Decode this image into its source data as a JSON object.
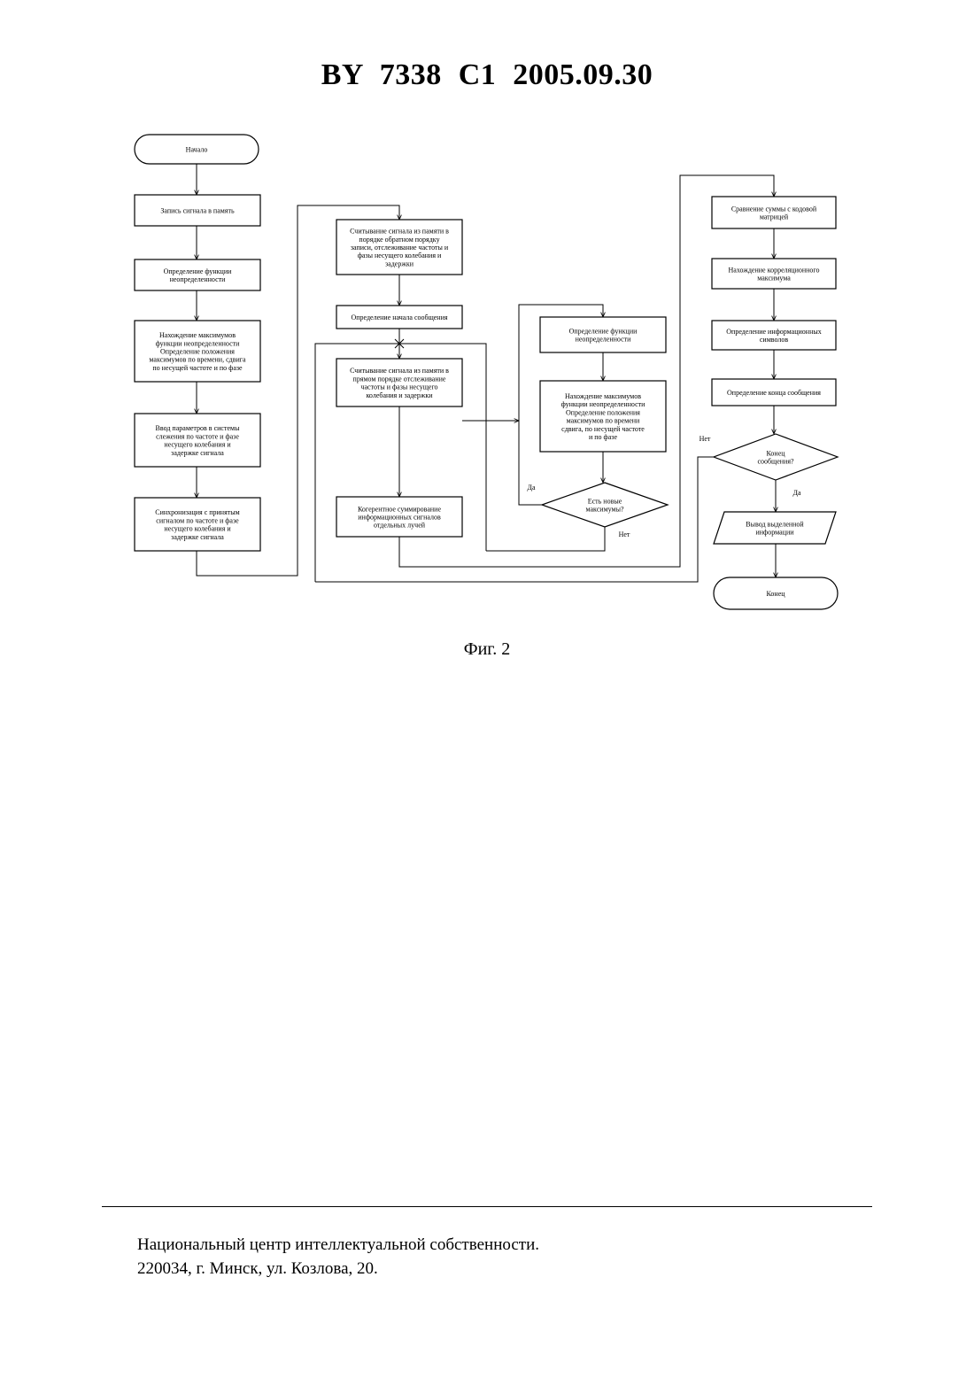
{
  "header": {
    "title": "BY  7338  C1  2005.09.30"
  },
  "flowchart": {
    "blocks": {
      "start": [
        "Начало"
      ],
      "b1": [
        "Запись сигнала в память"
      ],
      "b2": [
        "Определение функции",
        "неопределенности"
      ],
      "b3": [
        "Нахождение максимумов",
        "функции неопределенности",
        "Определение положения",
        "максимумов по времени, сдвига",
        "по несущей частоте и по фазе"
      ],
      "b4": [
        "Ввод параметров в системы",
        "слежения по частоте и фазе",
        "несущего колебания и",
        "задержке сигнала"
      ],
      "b5": [
        "Синхронизация с принятым",
        "сигналом по частоте и фазе",
        "несущего колебания и",
        "задержке сигнала"
      ],
      "c1": [
        "Считывание сигнала из памяти в",
        "порядке обратном порядку",
        "записи, отслеживание частоты и",
        "фазы несущего колебания и",
        "задержки"
      ],
      "c2": [
        "Определение начала сообщения"
      ],
      "c3": [
        "Считывание сигнала из памяти в",
        "прямом порядке отслеживание",
        "частоты и фазы несущего",
        "колебания и задержки"
      ],
      "c4": [
        "Когерентное суммирование",
        "информационных сигналов",
        "отдельных лучей"
      ],
      "d1": [
        "Определение функции",
        "неопределенности"
      ],
      "d2": [
        "Нахождение максимумов",
        "функции неопределенности",
        "Определение положения",
        "максимумов по времени",
        "сдвига, по несущей частоте",
        "и по фазе"
      ],
      "d3": [
        "Есть новые",
        "максимумы?"
      ],
      "e1": [
        "Сравнение суммы с кодовой",
        "матрицей"
      ],
      "e2": [
        "Нахождение корреляционного",
        "максимума"
      ],
      "e3": [
        "Определение информационных",
        "символов"
      ],
      "e4": [
        "Определение конца сообщения"
      ],
      "e5": [
        "Конец",
        "сообщения?"
      ],
      "e6": [
        "Вывод выделенной",
        "информации"
      ],
      "end": [
        "Конец"
      ]
    },
    "branch_labels": {
      "yes_new_max": "Да",
      "no_new_max": "Нет",
      "yes_end": "Да",
      "no_end": "Нет"
    }
  },
  "figure": {
    "caption": "Фиг. 2"
  },
  "footer": {
    "line1": "Национальный центр интеллектуальной собственности.",
    "line2": "220034, г. Минск, ул. Козлова, 20."
  }
}
